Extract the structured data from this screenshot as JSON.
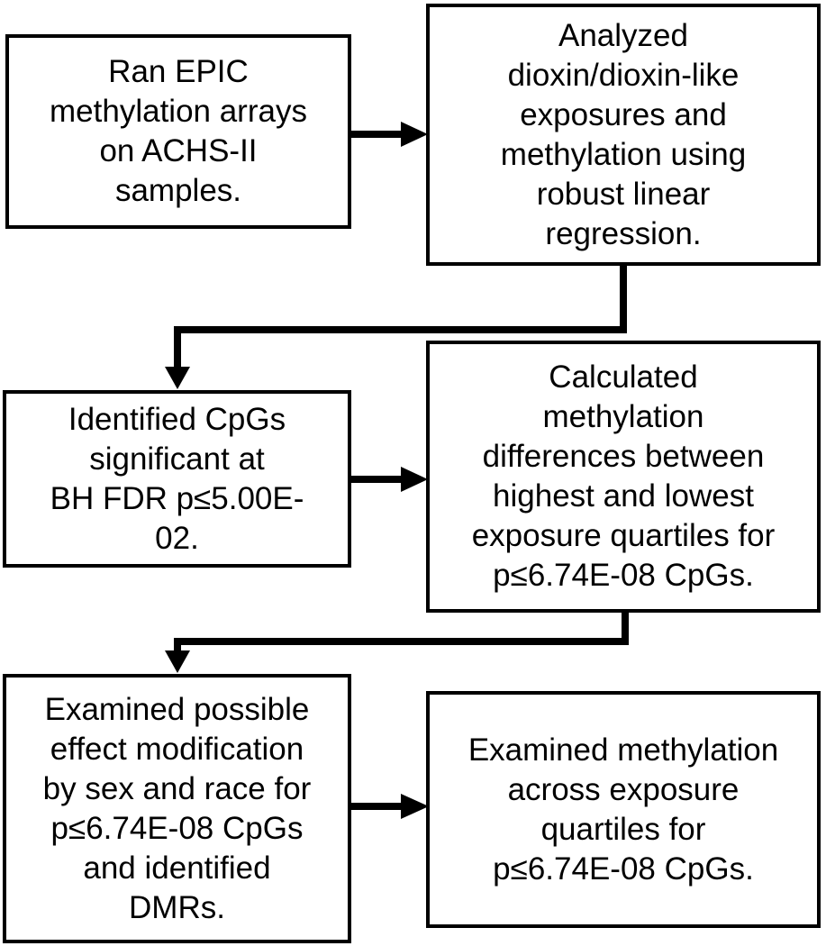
{
  "diagram": {
    "type": "flowchart",
    "background_color": "#ffffff",
    "ink_color": "#000000",
    "boxes": [
      {
        "id": "box-1",
        "text": "Ran EPIC\nmethylation arrays\non ACHS-II\nsamples."
      },
      {
        "id": "box-2",
        "text": "Analyzed\ndioxin/dioxin-like\nexposures and\nmethylation using\nrobust linear\nregression."
      },
      {
        "id": "box-3",
        "text": "Identified CpGs\nsignificant at\nBH FDR p≤5.00E-\n02."
      },
      {
        "id": "box-4",
        "text": "Calculated\nmethylation\ndifferences between\nhighest and lowest\nexposure quartiles for\np≤6.74E-08 CpGs."
      },
      {
        "id": "box-5",
        "text": "Examined possible\neffect modification\nby sex and race for\np≤6.74E-08 CpGs\nand identified\nDMRs."
      },
      {
        "id": "box-6",
        "text": "Examined methylation\nacross exposure\nquartiles for\np≤6.74E-08 CpGs."
      }
    ],
    "edges": [
      {
        "from": "box-1",
        "to": "box-2",
        "shape": "straight-right"
      },
      {
        "from": "box-2",
        "to": "box-3",
        "shape": "elbow-down-left"
      },
      {
        "from": "box-3",
        "to": "box-4",
        "shape": "straight-right"
      },
      {
        "from": "box-4",
        "to": "box-5",
        "shape": "elbow-down-left"
      },
      {
        "from": "box-5",
        "to": "box-6",
        "shape": "straight-right"
      }
    ]
  }
}
